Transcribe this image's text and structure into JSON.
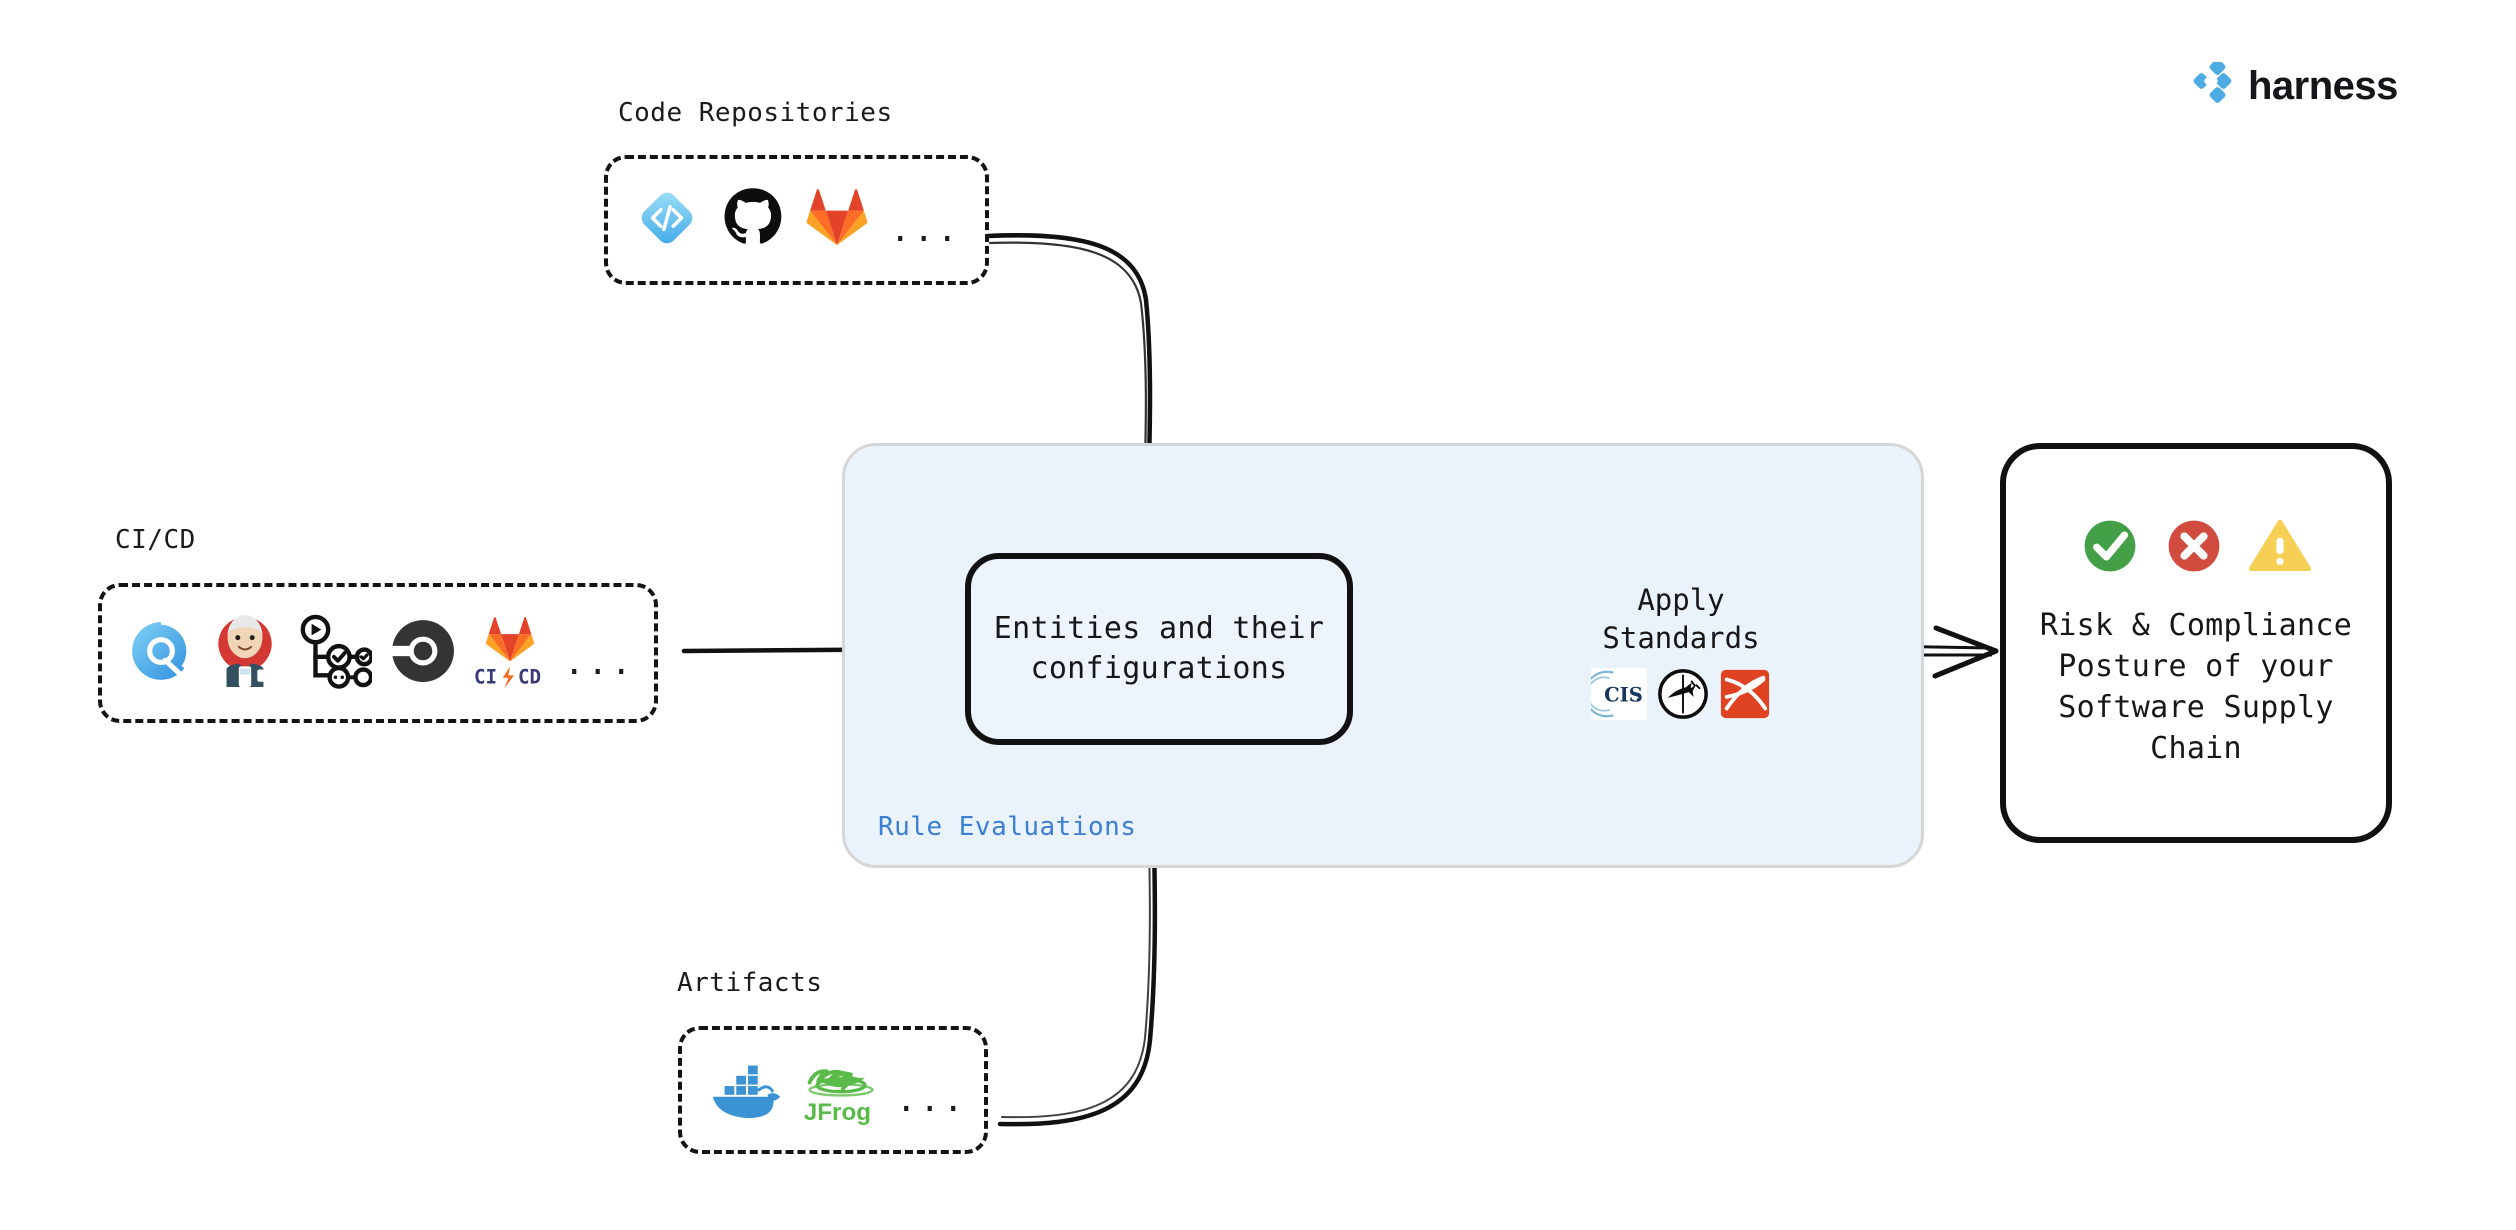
{
  "brand": {
    "name": "harness",
    "logo_color": "#4EACE4"
  },
  "groups": [
    {
      "id": "code-repositories",
      "label": "Code Repositories",
      "more": "...",
      "icons": [
        "harness-code-icon",
        "github-icon",
        "gitlab-icon"
      ]
    },
    {
      "id": "ci-cd",
      "label": "CI/CD",
      "more": "...",
      "icons": [
        "harness-icon",
        "jenkins-icon",
        "github-actions-icon",
        "circleci-icon",
        "gitlab-cicd-icon"
      ]
    },
    {
      "id": "artifacts",
      "label": "Artifacts",
      "more": "...",
      "icons": [
        "docker-icon",
        "jfrog-icon"
      ]
    }
  ],
  "rule_panel": {
    "label": "Rule Evaluations",
    "label_color": "#3b7fd4",
    "background": "#eaf2fb",
    "border": "#d6d6d6"
  },
  "entities": {
    "line1": "Entities and their",
    "line2": "configurations"
  },
  "standards": {
    "line1": "Apply",
    "line2": "Standards",
    "icons": [
      "cis-icon",
      "openssf-icon",
      "owasp-icon"
    ]
  },
  "outcome": {
    "line1": "Risk & Compliance",
    "line2": "Posture of your",
    "line3": "Software Supply",
    "line4": "Chain",
    "status_icons": [
      {
        "name": "check-circle-icon",
        "color": "#43A047"
      },
      {
        "name": "error-circle-icon",
        "color": "#D24B3F"
      },
      {
        "name": "warning-triangle-icon",
        "color": "#F5D055"
      }
    ]
  },
  "connectors": [
    {
      "name": "code-repositories-to-entities",
      "style": "curved-arrow"
    },
    {
      "name": "cicd-to-entities",
      "style": "straight-arrow"
    },
    {
      "name": "artifacts-to-entities",
      "style": "curved-arrow"
    },
    {
      "name": "entities-to-standards",
      "style": "double-line-arrow"
    },
    {
      "name": "standards-to-outcome",
      "style": "double-line-arrow"
    }
  ]
}
